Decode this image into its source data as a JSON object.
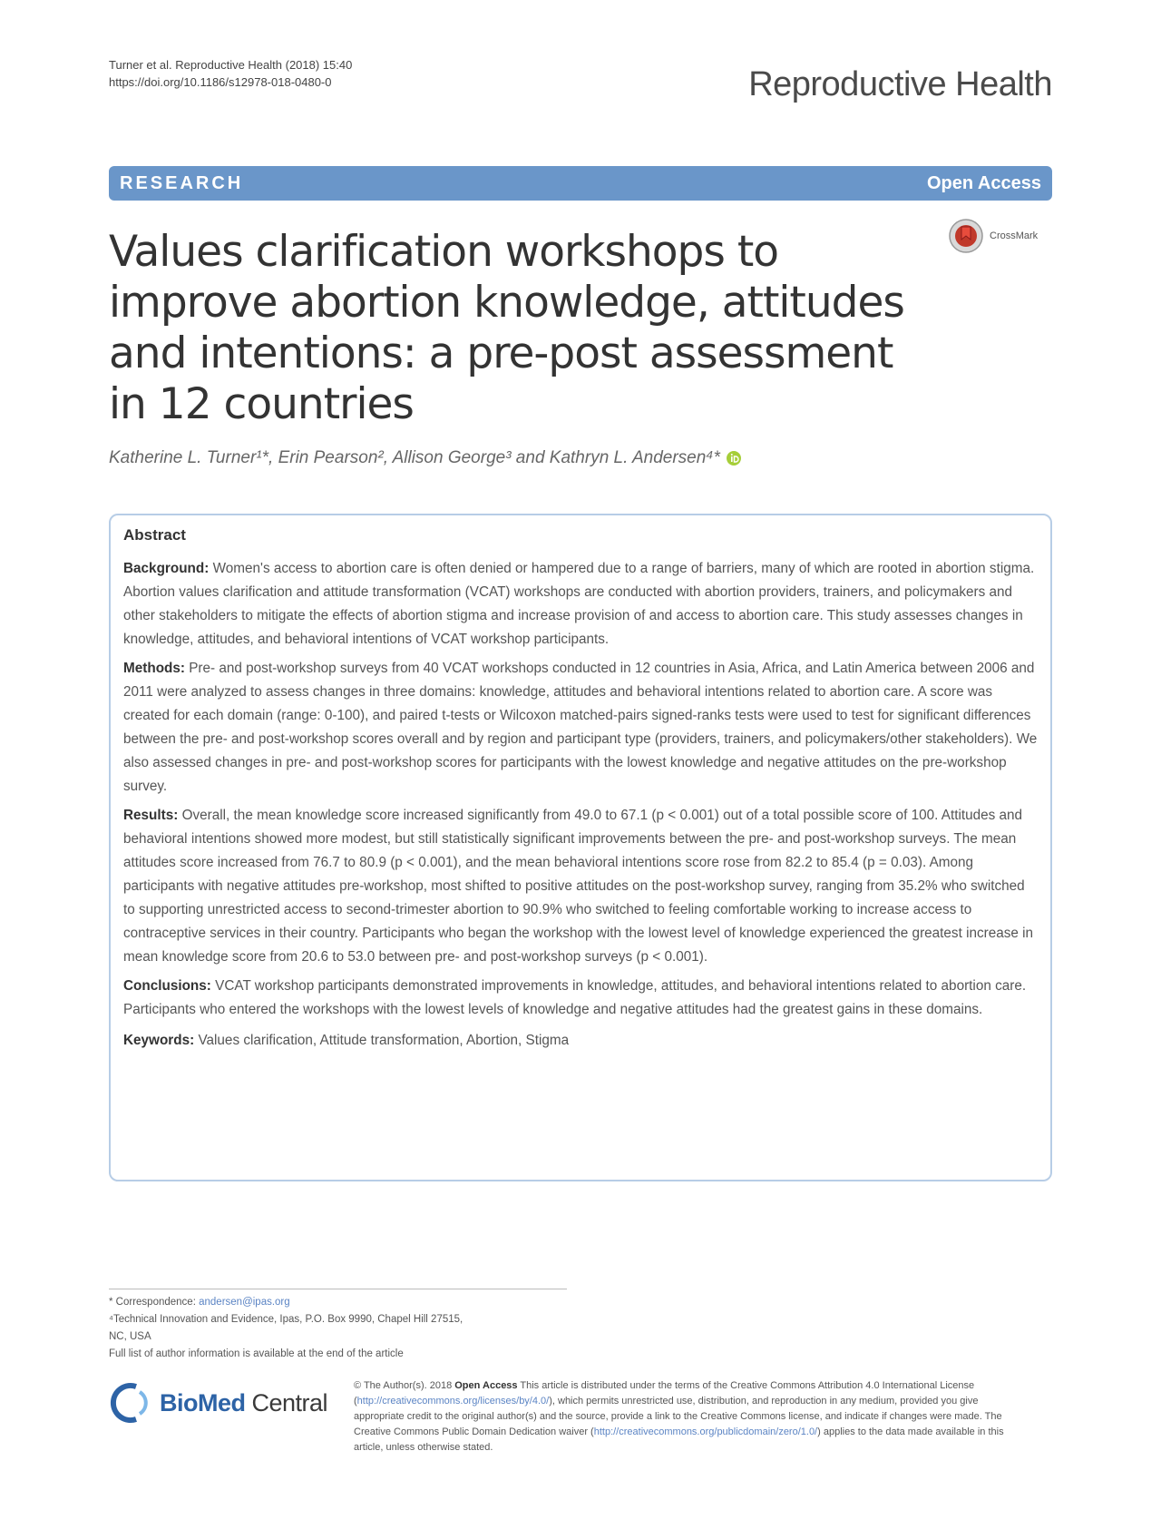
{
  "header": {
    "citation_line1": "Turner et al. Reproductive Health (2018) 15:40",
    "citation_line2": "https://doi.org/10.1186/s12978-018-0480-0",
    "journal": "Reproductive Health"
  },
  "banner": {
    "type": "RESEARCH",
    "access": "Open Access",
    "color": "#6a96c9"
  },
  "crossmark_label": "CrossMark",
  "article": {
    "title": "Values clarification workshops to improve abortion knowledge, attitudes and intentions: a pre-post assessment in 12 countries",
    "authors": "Katherine L. Turner¹*, Erin Pearson², Allison George³ and Kathryn L. Andersen⁴*"
  },
  "abstract": {
    "heading": "Abstract",
    "background_label": "Background:",
    "background_text": "Women's access to abortion care is often denied or hampered due to a range of barriers, many of which are rooted in abortion stigma. Abortion values clarification and attitude transformation (VCAT) workshops are conducted with abortion providers, trainers, and policymakers and other stakeholders to mitigate the effects of abortion stigma and increase provision of and access to abortion care. This study assesses changes in knowledge, attitudes, and behavioral intentions of VCAT workshop participants.",
    "methods_label": "Methods:",
    "methods_text": "Pre- and post-workshop surveys from 40 VCAT workshops conducted in 12 countries in Asia, Africa, and Latin America between 2006 and 2011 were analyzed to assess changes in three domains: knowledge, attitudes and behavioral intentions related to abortion care. A score was created for each domain (range: 0-100), and paired t-tests or Wilcoxon matched-pairs signed-ranks tests were used to test for significant differences between the pre- and post-workshop scores overall and by region and participant type (providers, trainers, and policymakers/other stakeholders). We also assessed changes in pre- and post-workshop scores for participants with the lowest knowledge and negative attitudes on the pre-workshop survey.",
    "results_label": "Results:",
    "results_text": "Overall, the mean knowledge score increased significantly from 49.0 to 67.1 (p < 0.001) out of a total possible score of 100. Attitudes and behavioral intentions showed more modest, but still statistically significant improvements between the pre- and post-workshop surveys. The mean attitudes score increased from 76.7 to 80.9 (p < 0.001), and the mean behavioral intentions score rose from 82.2 to 85.4 (p = 0.03). Among participants with negative attitudes pre-workshop, most shifted to positive attitudes on the post-workshop survey, ranging from 35.2% who switched to supporting unrestricted access to second-trimester abortion to 90.9% who switched to feeling comfortable working to increase access to contraceptive services in their country. Participants who began the workshop with the lowest level of knowledge experienced the greatest increase in mean knowledge score from 20.6 to 53.0 between pre- and post-workshop surveys (p < 0.001).",
    "conclusions_label": "Conclusions:",
    "conclusions_text": "VCAT workshop participants demonstrated improvements in knowledge, attitudes, and behavioral intentions related to abortion care. Participants who entered the workshops with the lowest levels of knowledge and negative attitudes had the greatest gains in these domains.",
    "keywords_label": "Keywords:",
    "keywords_text": "Values clarification, Attitude transformation, Abortion, Stigma"
  },
  "footnotes": {
    "correspondence_label": "* Correspondence:",
    "correspondence_email": "andersen@ipas.org",
    "affiliation_line1": "⁴Technical Innovation and Evidence, Ipas, P.O. Box 9990, Chapel Hill 27515,",
    "affiliation_line2": "NC, USA",
    "full_list": "Full list of author information is available at the end of the article"
  },
  "publisher": {
    "name_bold": "BioMed",
    "name_regular": "Central"
  },
  "license": {
    "copyright": "© The Author(s). 2018",
    "open_access_label": "Open Access",
    "text1": "This article is distributed under the terms of the Creative Commons Attribution 4.0 International License (",
    "link1": "http://creativecommons.org/licenses/by/4.0/",
    "text2": "), which permits unrestricted use, distribution, and reproduction in any medium, provided you give appropriate credit to the original author(s) and the source, provide a link to the Creative Commons license, and indicate if changes were made. The Creative Commons Public Domain Dedication waiver (",
    "link2": "http://creativecommons.org/publicdomain/zero/1.0/",
    "text3": ") applies to the data made available in this article, unless otherwise stated."
  }
}
